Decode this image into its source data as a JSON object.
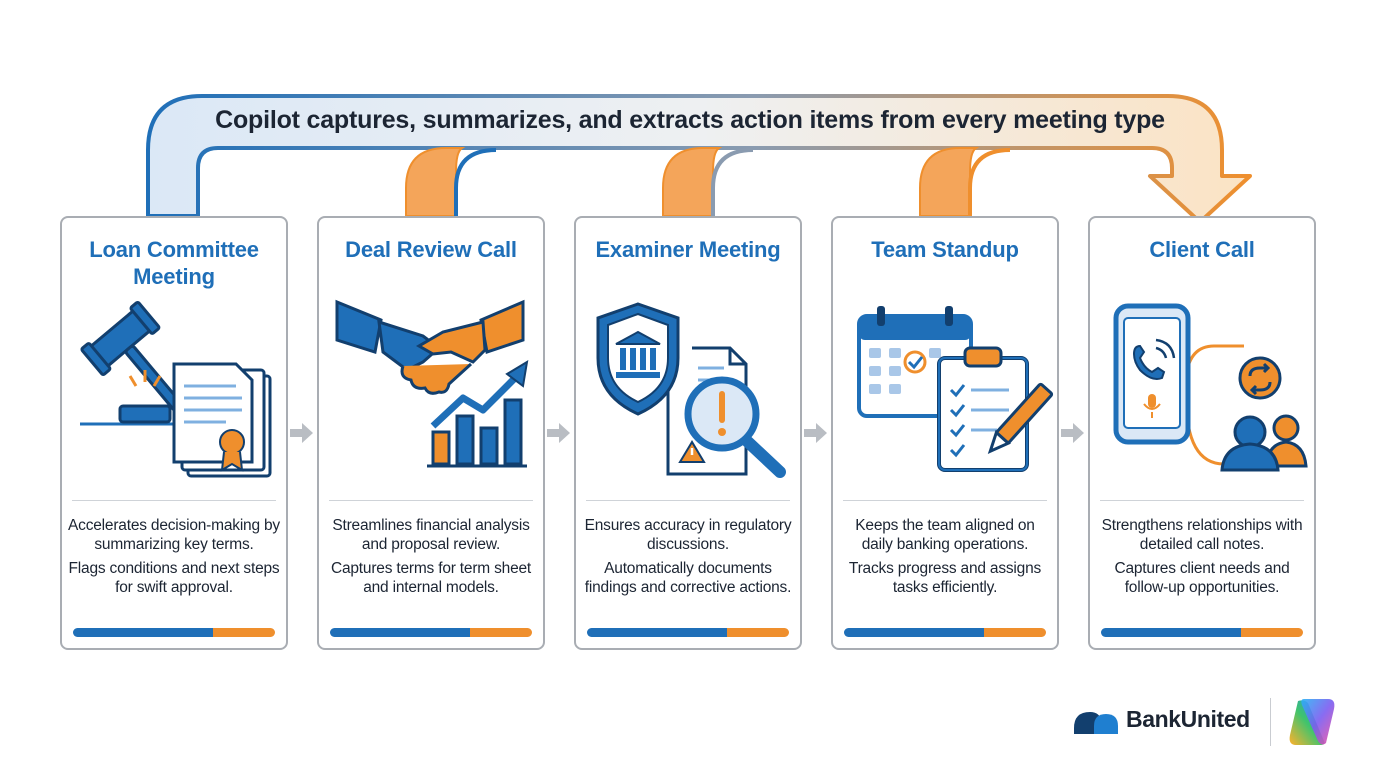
{
  "header": {
    "title": "Copilot captures, summarizes, and extracts action items from every meeting type"
  },
  "colors": {
    "blue": "#1f6fb8",
    "orange": "#ef8f2d",
    "border": "#a9adb3",
    "text": "#1c2533"
  },
  "cards": [
    {
      "title": "Loan Committee Meeting",
      "icon": "gavel-and-certificate-icon",
      "desc1": "Accelerates decision-making by summarizing key terms.",
      "desc2": "Flags conditions and next steps for swift approval."
    },
    {
      "title": "Deal Review Call",
      "icon": "handshake-and-growth-chart-icon",
      "desc1": "Streamlines financial analysis and proposal review.",
      "desc2": "Captures terms for term sheet and internal models."
    },
    {
      "title": "Examiner Meeting",
      "icon": "shield-bank-magnifier-icon",
      "desc1": "Ensures accuracy in regulatory discussions.",
      "desc2": "Automatically documents findings and corrective actions."
    },
    {
      "title": "Team Standup",
      "icon": "calendar-clipboard-pencil-icon",
      "desc1": "Keeps the team aligned on daily banking operations.",
      "desc2": "Tracks progress and assigns tasks efficiently."
    },
    {
      "title": "Client Call",
      "icon": "phone-and-people-icon",
      "desc1": "Strengthens relationships with detailed call notes.",
      "desc2": "Captures client needs and follow-up opportunities."
    }
  ],
  "branding": {
    "company": "BankUnited",
    "company_logo_icon": "bankunited-logo-icon",
    "product_logo_icon": "microsoft-copilot-logo-icon"
  }
}
